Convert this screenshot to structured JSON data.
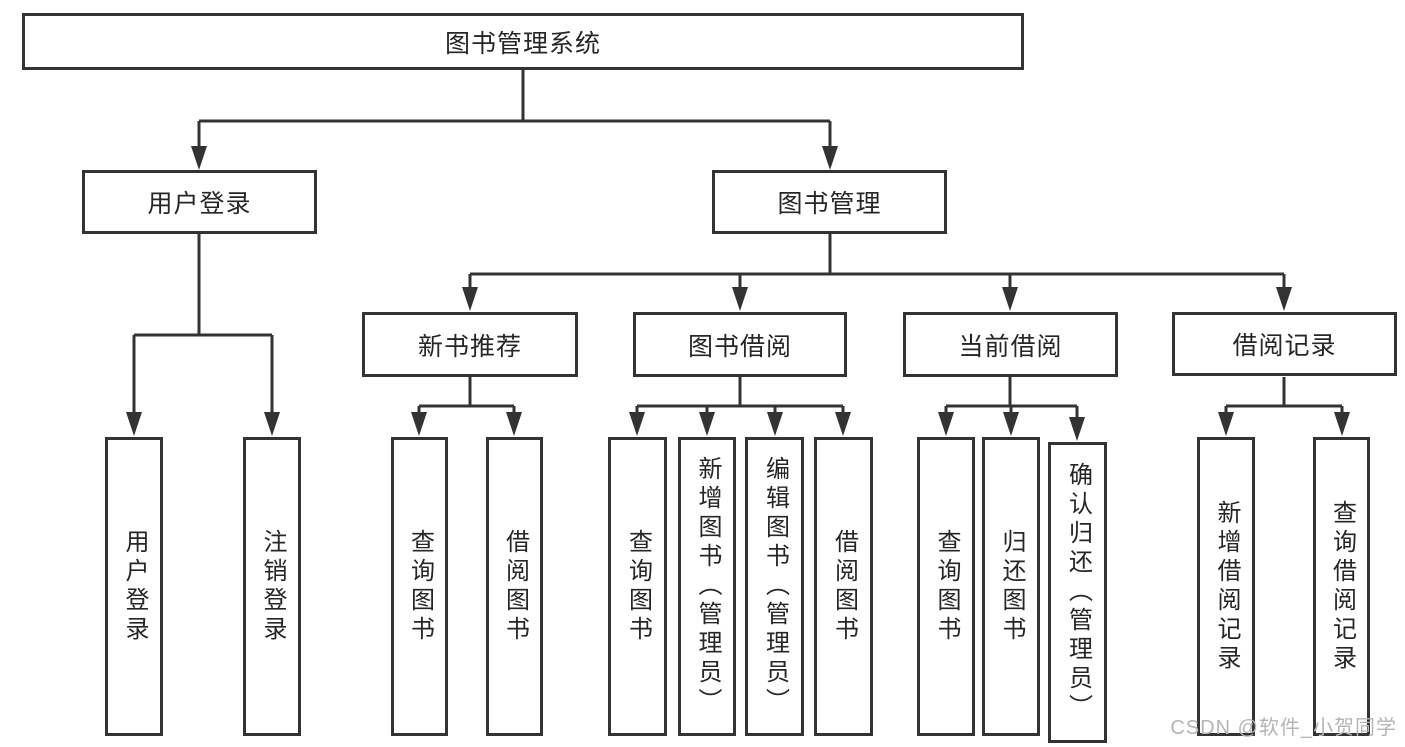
{
  "tree": {
    "label": "图书管理系统",
    "children": [
      {
        "label": "用户登录",
        "children": [
          {
            "label": "用户登录"
          },
          {
            "label": "注销登录"
          }
        ]
      },
      {
        "label": "图书管理",
        "children": [
          {
            "label": "新书推荐",
            "children": [
              {
                "label": "查询图书"
              },
              {
                "label": "借阅图书"
              }
            ]
          },
          {
            "label": "图书借阅",
            "children": [
              {
                "label": "查询图书"
              },
              {
                "label": "新增图书（管理员）"
              },
              {
                "label": "编辑图书（管理员）"
              },
              {
                "label": "借阅图书"
              }
            ]
          },
          {
            "label": "当前借阅",
            "children": [
              {
                "label": "查询图书"
              },
              {
                "label": "归还图书"
              },
              {
                "label": "确认归还（管理员）"
              }
            ]
          },
          {
            "label": "借阅记录",
            "children": [
              {
                "label": "新增借阅记录"
              },
              {
                "label": "查询借阅记录"
              }
            ]
          }
        ]
      }
    ]
  },
  "watermark": "CSDN @软件_小贺同学",
  "colors": {
    "line": "#333333",
    "text": "#262626",
    "background": "#ffffff",
    "watermark": "#b5b5b5"
  }
}
